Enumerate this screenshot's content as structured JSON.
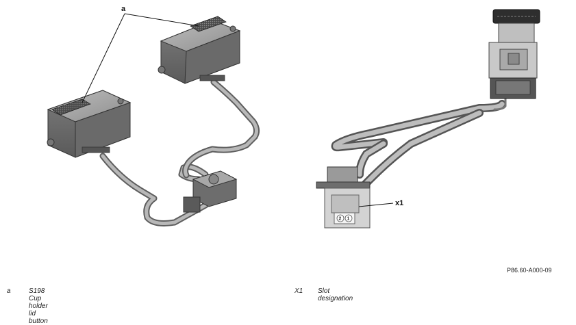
{
  "callouts": {
    "a": "a",
    "x1": "x1"
  },
  "connector_pins": [
    "2",
    "1"
  ],
  "document_reference": "P86.60-A000-09",
  "legend": [
    {
      "key": "a",
      "text": "S198 Cup holder lid button"
    },
    {
      "key": "X1",
      "text": "Slot designation"
    }
  ]
}
